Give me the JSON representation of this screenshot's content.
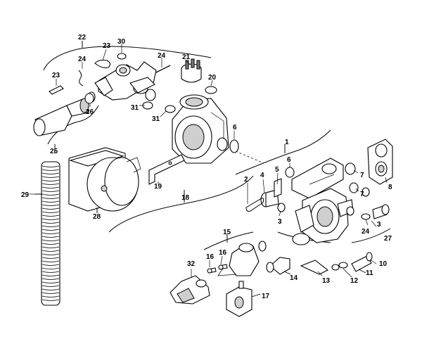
{
  "callouts": {
    "c1": "1",
    "c2": "2",
    "c3a": "3",
    "c3b": "3",
    "c4": "4",
    "c5": "5",
    "c6a": "6",
    "c6b": "6",
    "c7a": "7",
    "c7b": "7",
    "c8": "8",
    "c10": "10",
    "c11": "11",
    "c12": "12",
    "c13": "13",
    "c14": "14",
    "c15": "15",
    "c16a": "16",
    "c16b": "16",
    "c17": "17",
    "c18": "18",
    "c19": "19",
    "c20": "20",
    "c21": "21",
    "c22": "22",
    "c23a": "23",
    "c23b": "23",
    "c24a": "24",
    "c24b": "24",
    "c24c": "24",
    "c25": "25",
    "c26": "26",
    "c27": "27",
    "c28": "28",
    "c29": "29",
    "c30": "30",
    "c31a": "31",
    "c31b": "31",
    "c32": "32"
  }
}
